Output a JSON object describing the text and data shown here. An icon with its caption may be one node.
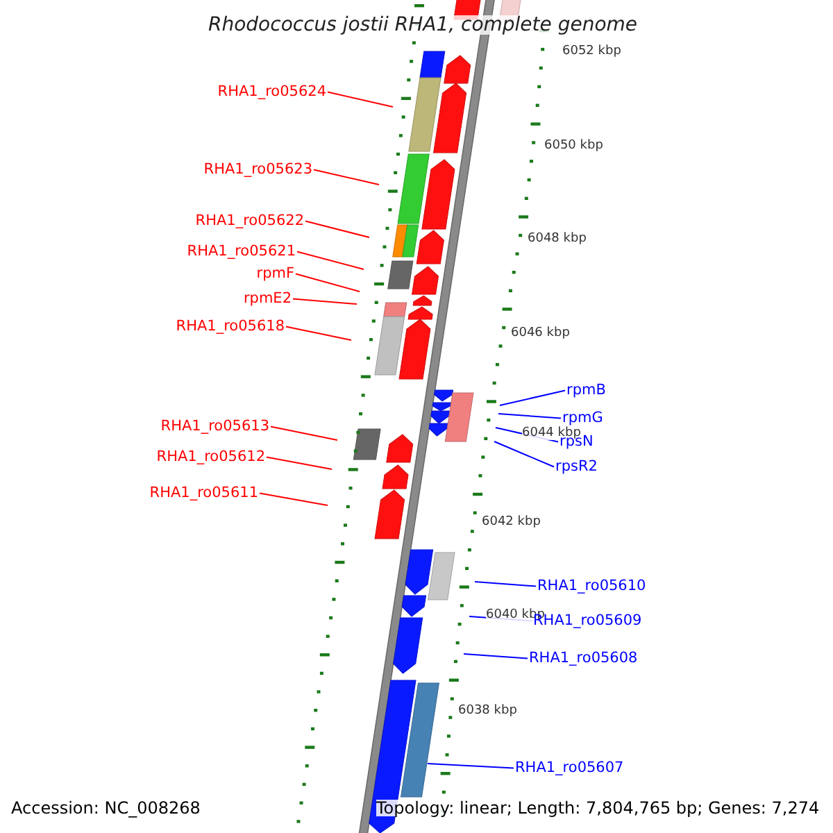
{
  "diagram": {
    "title": "Rhodococcus jostii RHA1, complete genome",
    "nodes": [
      {
        "text": [
          "RHA1_ro05624"
        ]
      },
      {
        "text": [
          "RHA1_ro05623"
        ]
      },
      {
        "text": [
          "RHA1_ro05622"
        ]
      },
      {
        "text": [
          "RHA1_ro05621"
        ]
      },
      {
        "text": [
          "rpmF"
        ]
      },
      {
        "text": [
          "rpmE2"
        ]
      },
      {
        "text": [
          "RHA1_ro05618"
        ]
      },
      {
        "text": [
          "rpmB"
        ]
      },
      {
        "text": [
          "rpmG"
        ]
      },
      {
        "text": [
          "rpsN"
        ]
      },
      {
        "text": [
          "rpsR2"
        ]
      },
      {
        "text": [
          "RHA1_ro05613"
        ]
      },
      {
        "text": [
          "RHA1_ro05612"
        ]
      },
      {
        "text": [
          "RHA1_ro05611"
        ]
      },
      {
        "text": [
          "RHA1_ro05610"
        ]
      },
      {
        "text": [
          "RHA1_ro05609"
        ]
      },
      {
        "text": [
          "RHA1_ro05608"
        ]
      },
      {
        "text": [
          "RHA1_ro05607"
        ]
      },
      {
        "text": [],
        "shape": "bar"
      }
    ],
    "edges": [
      {
        "from": 0,
        "to": null,
        "arrow": "none"
      },
      {
        "from": 1,
        "to": null,
        "arrow": "none"
      },
      {
        "from": 2,
        "to": null,
        "arrow": "none"
      },
      {
        "from": 3,
        "to": null,
        "arrow": "none"
      },
      {
        "from": 4,
        "to": null,
        "arrow": "none"
      },
      {
        "from": 5,
        "to": null,
        "arrow": "none"
      },
      {
        "from": 6,
        "to": null,
        "arrow": "none"
      },
      {
        "from": 7,
        "to": null,
        "arrow": "none",
        "color": "#0000ff"
      },
      {
        "from": 8,
        "to": null,
        "arrow": "none",
        "color": "#0000ff"
      },
      {
        "from": 9,
        "to": null,
        "arrow": "none",
        "color": "#0000ff"
      },
      {
        "from": 10,
        "to": null,
        "arrow": "none",
        "color": "#0000ff"
      },
      {
        "from": 11,
        "to": null,
        "arrow": "none"
      },
      {
        "from": 12,
        "to": null,
        "arrow": "none"
      },
      {
        "from": 13,
        "to": null,
        "arrow": "none"
      },
      {
        "from": 14,
        "to": null,
        "arrow": "none",
        "color": "#0000ff"
      },
      {
        "from": 15,
        "to": null,
        "arrow": "none",
        "color": "#0000ff"
      },
      {
        "from": 16,
        "to": null,
        "arrow": "none",
        "color": "#0000ff"
      },
      {
        "from": 17,
        "to": 18,
        "arrow": "none",
        "color": "#0000ff"
      }
    ],
    "labels": [
      "6052 kbp",
      "6050 kbp",
      "6048 kbp",
      "6046 kbp",
      "6044 kbp",
      "6042 kbp",
      "6040 kbp",
      "6038 kbp",
      "Accession: NC_008268",
      "Topology: linear; Length: 7,804,765 bp; Genes: 7,274"
    ]
  }
}
